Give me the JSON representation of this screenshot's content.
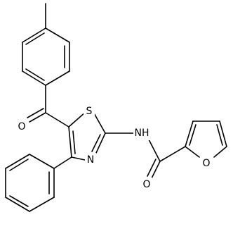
{
  "structure": {
    "atom_labels": {
      "sulfur": "S",
      "thiazole_nitrogen": "N",
      "amide_nh": "NH",
      "ketone_oxygen": "O",
      "amide_oxygen": "O",
      "furan_oxygen": "O"
    },
    "colors": {
      "bond": "#000000",
      "label": "#000000",
      "background": "#ffffff"
    }
  }
}
